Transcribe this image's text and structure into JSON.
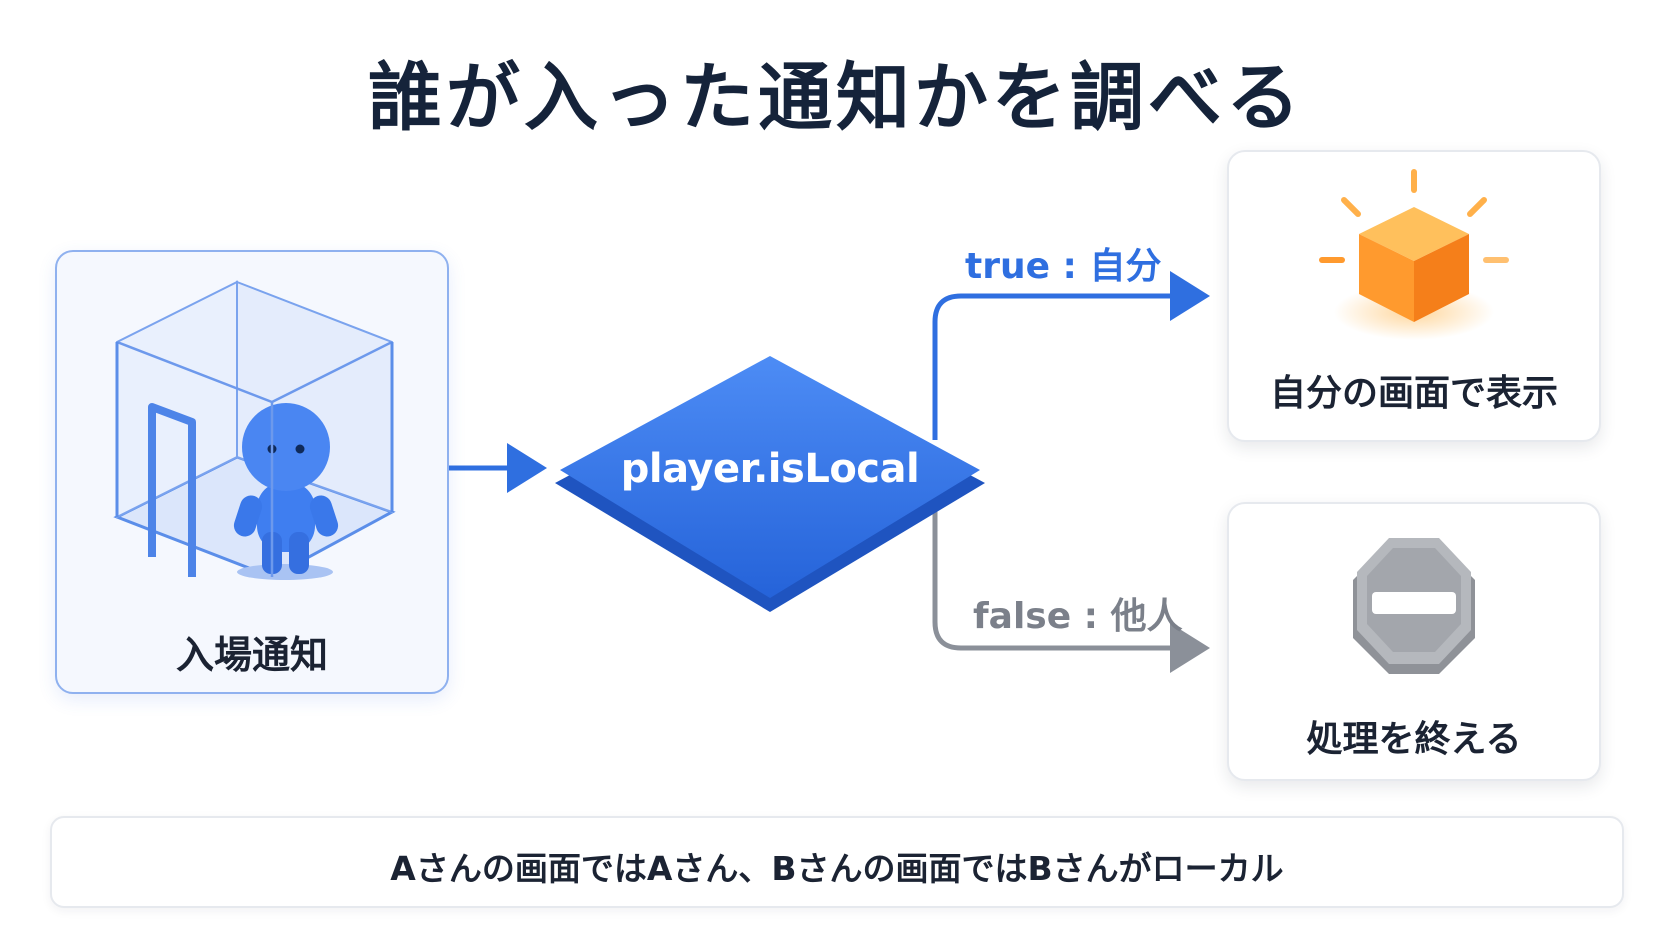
{
  "title": "誰が入った通知かを調べる",
  "entry_card": {
    "label": "入場通知",
    "icon": "player-in-room-icon"
  },
  "decision": {
    "label": "player.isLocal"
  },
  "branches": {
    "true_label": "true : 自分",
    "false_label": "false : 他人"
  },
  "self_card": {
    "label": "自分の画面で表示",
    "icon": "glowing-cube-icon"
  },
  "end_card": {
    "label": "処理を終える",
    "icon": "stop-sign-icon"
  },
  "footer": {
    "text": "Aさんの画面ではAさん、Bさんの画面ではBさんがローカル"
  },
  "colors": {
    "accent_blue": "#2f6fe0",
    "gray_branch": "#8b9099",
    "cube_orange": "#ff9a2e"
  }
}
